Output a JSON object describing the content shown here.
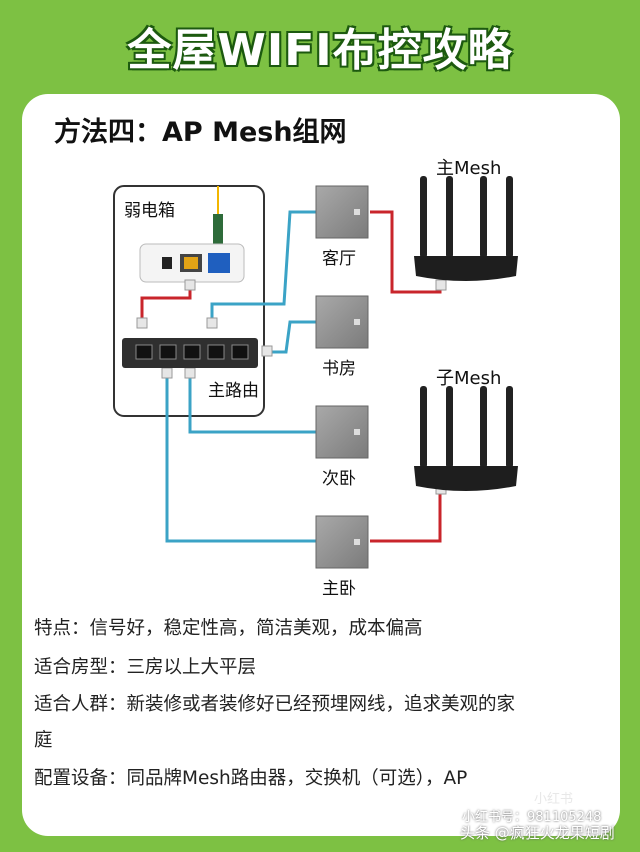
{
  "title": "全屋WIFI布控攻略",
  "method": "方法四：AP Mesh组网",
  "labels": {
    "weak_box": "弱电箱",
    "main_router": "主路由",
    "living": "客厅",
    "study": "书房",
    "second_bed": "次卧",
    "master_bed": "主卧",
    "main_mesh": "主Mesh",
    "sub_mesh": "子Mesh"
  },
  "features": {
    "line1": "特点：信号好，稳定性高，简洁美观，成本偏高",
    "line2": "适合房型：三房以上大平层",
    "line3": "适合人群：新装修或者装修好已经预埋网线，追求美观的家",
    "line3b": "庭",
    "line4": "配置设备：同品牌Mesh路由器，交换机（可选），AP"
  },
  "watermark": {
    "id": "小红书号：981105248",
    "source": "头条 @疯狂火龙果短剧",
    "corner": "小红书"
  },
  "colors": {
    "background": "#7dc143",
    "cable_blue": "#3ba3c6",
    "cable_red": "#c9252b"
  }
}
